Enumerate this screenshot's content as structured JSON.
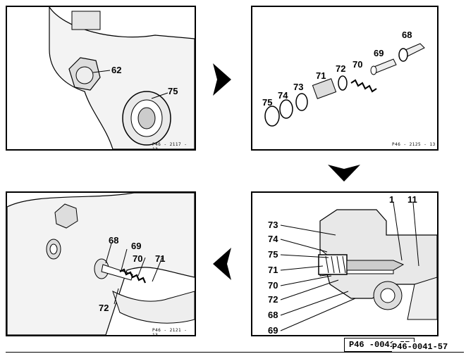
{
  "panels": {
    "p1": {
      "labels": [
        "62",
        "75"
      ],
      "code": "P46 - 2117 - 13"
    },
    "p2": {
      "labels": [
        "68",
        "69",
        "70",
        "72",
        "71",
        "73",
        "74",
        "75"
      ],
      "code": "P46 - 2125 - 13"
    },
    "p3": {
      "labels": [
        "1",
        "11",
        "73",
        "74",
        "75",
        "71",
        "70",
        "72",
        "68",
        "69"
      ]
    },
    "p4": {
      "labels": [
        "68",
        "69",
        "70",
        "71",
        "72"
      ],
      "code": "P46 - 2121 - 13"
    }
  },
  "reference": {
    "primary": "P46 -0041-57",
    "overlay": "P46-0041-57"
  }
}
